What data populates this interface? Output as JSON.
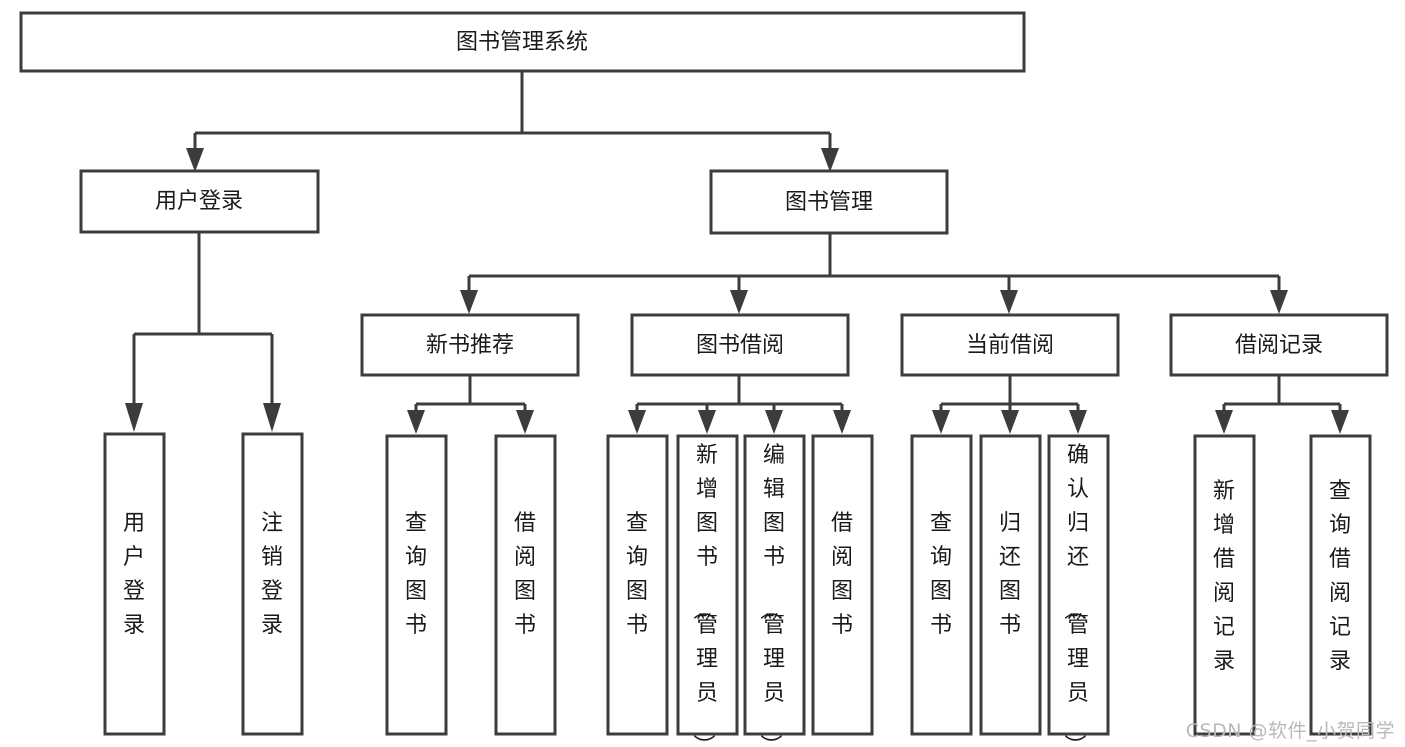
{
  "diagram": {
    "title": "图书管理系统",
    "type": "tree-hierarchy",
    "root": {
      "id": "root",
      "label": "图书管理系统"
    },
    "level2": [
      {
        "id": "user-login",
        "label": "用户登录"
      },
      {
        "id": "book-manage",
        "label": "图书管理"
      }
    ],
    "level3": [
      {
        "id": "new-book-recommend",
        "label": "新书推荐",
        "parent": "book-manage"
      },
      {
        "id": "book-borrow",
        "label": "图书借阅",
        "parent": "book-manage"
      },
      {
        "id": "current-borrow",
        "label": "当前借阅",
        "parent": "book-manage"
      },
      {
        "id": "borrow-record",
        "label": "借阅记录",
        "parent": "book-manage"
      }
    ],
    "leaves": [
      {
        "id": "leaf-user-login",
        "label": "用户登录",
        "parent": "user-login"
      },
      {
        "id": "leaf-logout-login",
        "label": "注销登录",
        "parent": "user-login"
      },
      {
        "id": "leaf-query-book-1",
        "label": "查询图书",
        "parent": "new-book-recommend"
      },
      {
        "id": "leaf-borrow-book-1",
        "label": "借阅图书",
        "parent": "new-book-recommend"
      },
      {
        "id": "leaf-query-book-2",
        "label": "查询图书",
        "parent": "book-borrow"
      },
      {
        "id": "leaf-add-book",
        "label": "新增图书（管理员）",
        "parent": "book-borrow"
      },
      {
        "id": "leaf-edit-book",
        "label": "编辑图书（管理员）",
        "parent": "book-borrow"
      },
      {
        "id": "leaf-borrow-book-2",
        "label": "借阅图书",
        "parent": "book-borrow"
      },
      {
        "id": "leaf-query-book-3",
        "label": "查询图书",
        "parent": "current-borrow"
      },
      {
        "id": "leaf-return-book",
        "label": "归还图书",
        "parent": "current-borrow"
      },
      {
        "id": "leaf-confirm-return",
        "label": "确认归还（管理员）",
        "parent": "current-borrow"
      },
      {
        "id": "leaf-add-record",
        "label": "新增借阅记录",
        "parent": "borrow-record"
      },
      {
        "id": "leaf-query-record",
        "label": "查询借阅记录",
        "parent": "borrow-record"
      }
    ]
  },
  "watermark": {
    "text": "CSDN @软件_小贺同学"
  },
  "colors": {
    "stroke": "#3c3c3c",
    "fill": "#ffffff",
    "text": "#1a1a1a",
    "watermark": "#b9b9b9",
    "background": "#ffffff"
  }
}
